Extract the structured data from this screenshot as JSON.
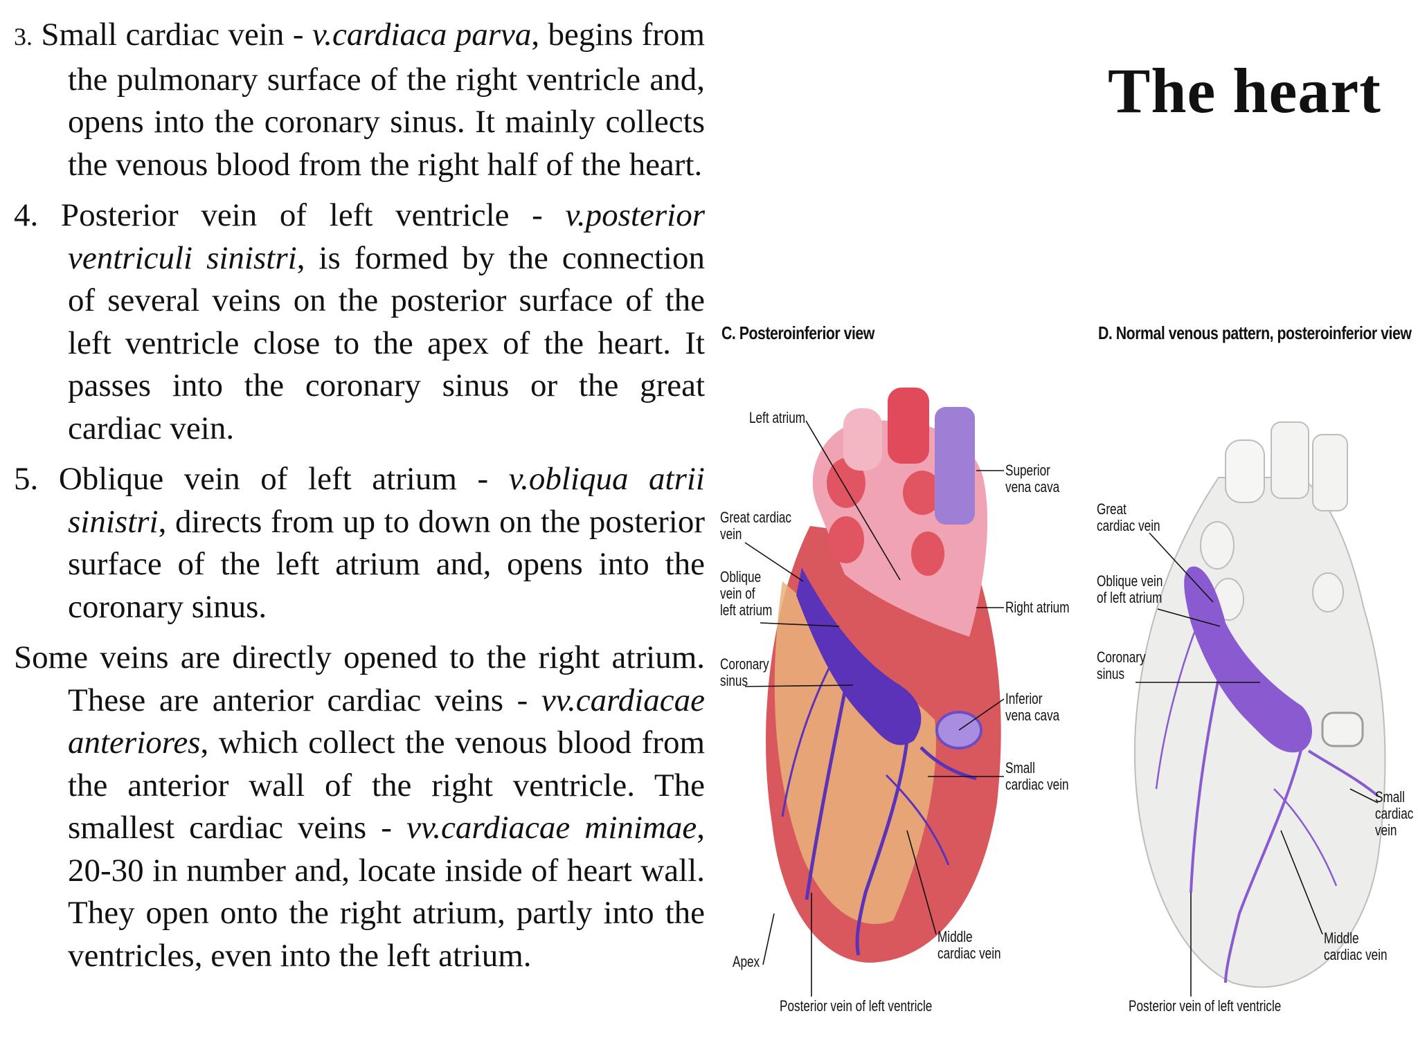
{
  "title": "The heart",
  "paragraphs": {
    "p3": {
      "num": "3.",
      "a": " Small cardiac vein - ",
      "latin": "v.cardiaca parva",
      "b": ", begins from the pulmonary surface of the right ventricle and, opens into the coronary sinus. It mainly collects the venous blood from the right half of the heart."
    },
    "p4": {
      "a": "4. Posterior vein of left ventricle - ",
      "latin": "v.posterior ventriculi sinistri",
      "b": ", is formed by the connection of several veins on the posterior surface of the left ventricle close to the apex of the heart. It passes into the coronary sinus or the great cardiac vein."
    },
    "p5": {
      "a": "5. Oblique vein of left atrium - ",
      "latin": "v.obliqua atrii sinistri",
      "b": ", directs from up to down on the posterior surface of the left atrium and, opens into the coronary sinus."
    },
    "p6": {
      "a": "Some veins are directly opened to the right atrium. These are anterior cardiac veins - ",
      "latin1": "vv.cardiacae anteriores",
      "b": ", which collect the venous blood from the anterior wall of the right ventricle. The smallest cardiac veins - ",
      "latin2": "vv.cardiacae minimae",
      "c": ", 20-30 in number and, locate inside of heart wall. They open onto the right atrium, partly into the ventricles, even into the left atrium."
    }
  },
  "figure_c": {
    "title": "C. Posteroinferior view",
    "labels": {
      "left_atrium": "Left atrium",
      "superior_vena_cava": "Superior\nvena cava",
      "great_cardiac_vein": "Great cardiac\nvein",
      "oblique_vein": "Oblique\nvein of\nleft atrium",
      "right_atrium": "Right atrium",
      "coronary_sinus": "Coronary\nsinus",
      "inferior_vena_cava": "Inferior\nvena cava",
      "small_cardiac_vein": "Small\ncardiac vein",
      "middle_cardiac_vein": "Middle\ncardiac vein",
      "apex": "Apex",
      "posterior_vein": "Posterior vein of left ventricle"
    },
    "colors": {
      "muscle": "#d8585e",
      "atrium": "#f0a3b3",
      "fat": "#e9b27a",
      "vein": "#5b33b8",
      "svc": "#9f7fd6"
    }
  },
  "figure_d": {
    "title": "D. Normal venous pattern, posteroinferior view",
    "labels": {
      "great_cardiac_vein": "Great\ncardiac vein",
      "oblique_vein": "Oblique vein\nof left atrium",
      "coronary_sinus": "Coronary\nsinus",
      "small_cardiac_vein": "Small\ncardiac\nvein",
      "middle_cardiac_vein": "Middle\ncardiac vein",
      "posterior_vein": "Posterior vein of left ventricle"
    },
    "colors": {
      "heart": "#ededec",
      "outline": "#bdbdbd",
      "vein": "#8a5bd0"
    }
  }
}
